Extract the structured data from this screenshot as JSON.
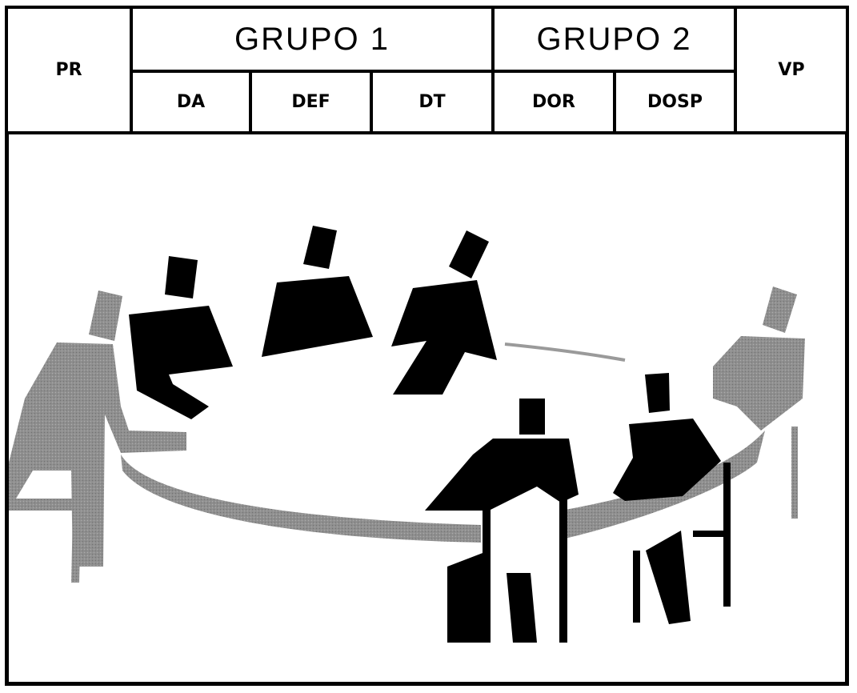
{
  "header": {
    "left_label": "PR",
    "right_label": "VP",
    "groups": [
      {
        "title": "GRUPO 1",
        "members": [
          "DA",
          "DEF",
          "DT"
        ]
      },
      {
        "title": "GRUPO 2",
        "members": [
          "DOR",
          "DOSP"
        ]
      }
    ]
  },
  "colors": {
    "ink": "#000000",
    "gray": "#8c8c8c",
    "paper": "#ffffff"
  }
}
